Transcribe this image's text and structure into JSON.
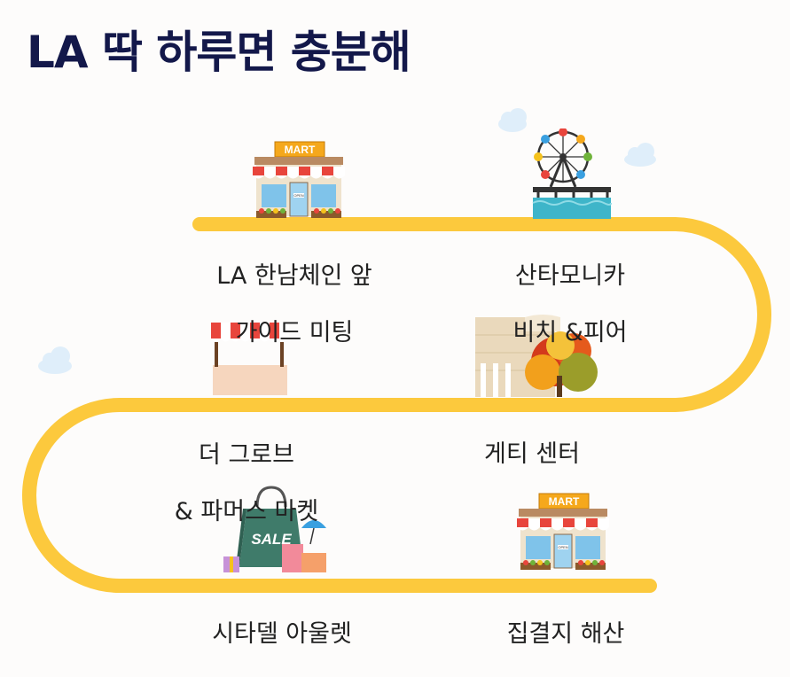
{
  "title": "LA 딱 하루면 충분해",
  "stops": [
    {
      "line1": "LA 한남체인 앞",
      "line2": "가이드 미팅",
      "icon": "mart-store-icon"
    },
    {
      "line1": "산타모니카",
      "line2": "비치 &피어",
      "icon": "ferris-wheel-pier-icon"
    },
    {
      "line1": "게티 센터",
      "line2": "",
      "icon": "museum-autumn-tree-icon"
    },
    {
      "line1": "더 그로브",
      "line2": "& 파머스 마켓",
      "icon": "market-stall-icon"
    },
    {
      "line1": "시타델 아울렛",
      "line2": "",
      "icon": "shopping-bag-sale-icon"
    },
    {
      "line1": "집결지 해산",
      "line2": "",
      "icon": "mart-store-icon"
    }
  ],
  "store": {
    "sign": "MART",
    "door_sign": "OPEN"
  },
  "bag": {
    "label": "SALE"
  },
  "colors": {
    "title": "#13184a",
    "route": "#fcc93d",
    "awning_red": "#e8453c",
    "cloud": "#dfeefa"
  }
}
